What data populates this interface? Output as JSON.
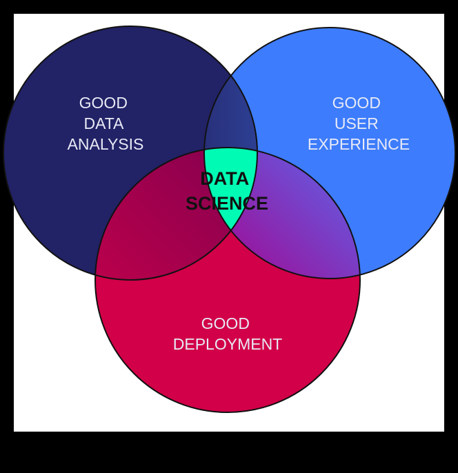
{
  "diagram": {
    "type": "venn",
    "background": "#000000",
    "panel_color": "#ffffff",
    "sets": [
      {
        "id": "analysis",
        "lines": [
          "GOOD",
          "DATA",
          "ANALYSIS"
        ],
        "color": "#222266"
      },
      {
        "id": "ux",
        "lines": [
          "GOOD",
          "USER",
          "EXPERIENCE"
        ],
        "color": "#3d7cfc"
      },
      {
        "id": "deployment",
        "lines": [
          "GOOD",
          "DEPLOYMENT"
        ],
        "color": "#d20048"
      }
    ],
    "intersections": {
      "analysis_ux": {
        "color_from": "#28307a",
        "color_to": "#4077f0"
      },
      "analysis_deployment": {
        "color_from": "#d4004a",
        "color_to": "#7a004c"
      },
      "ux_deployment": {
        "color_from": "#d2004a",
        "color_mid": "#a8008a",
        "color_to": "#5a68ee"
      },
      "center": {
        "lines": [
          "DATA",
          "SCIENCE"
        ],
        "color": "#00fcb4"
      }
    }
  }
}
